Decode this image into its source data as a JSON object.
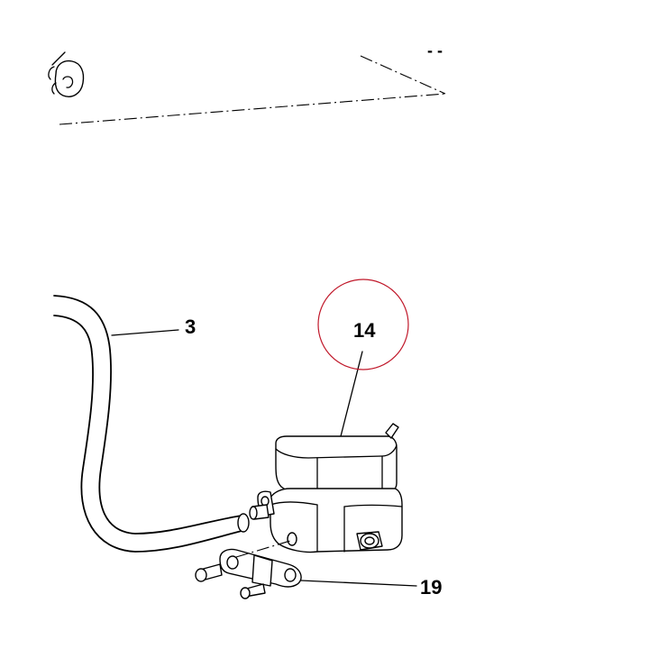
{
  "callouts": {
    "hose": "3",
    "reservoir": "14",
    "bracket": "19"
  },
  "top_fragment_label": "- -",
  "highlight_color": "#c0182a"
}
